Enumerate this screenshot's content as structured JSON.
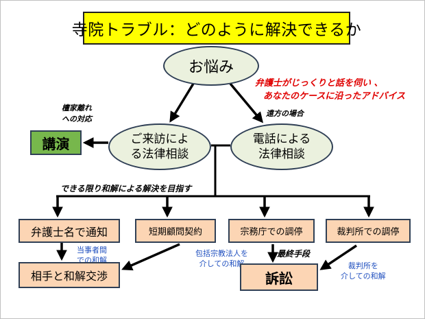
{
  "title": "寺院トラブル：どのように解決できるか",
  "nodes": {
    "worry": "お悩み",
    "visit_line1": "ご来訪によ",
    "visit_line2": "る法律相談",
    "phone_line1": "電話による",
    "phone_line2": "法律相談",
    "lecture": "講演",
    "notice": "弁護士名で通知",
    "short_contract": "短期顧問契約",
    "shrine_mediation": "宗務庁での調停",
    "court_mediation": "裁判所での調停",
    "settlement": "相手と和解交渉",
    "lawsuit": "訴訟"
  },
  "labels": {
    "advice_line1": "弁護士がじっくりと話を伺い 、",
    "advice_line2": "あなたのケースに沿ったアドバイス",
    "dispatch_line1": "檀家離れ",
    "dispatch_line2": "への対応",
    "remote": "遠方の場合",
    "aim": "できる限り和解による解決を目指す",
    "parties_line1": "当事者間",
    "parties_line2": "での和解",
    "religious_line1": "包括宗教法人を",
    "religious_line2": "介しての和解",
    "last_resort": "最終手段",
    "court_line1": "裁判所を",
    "court_line2": "介しての和解"
  },
  "colors": {
    "title_bg": "#ffff00",
    "ellipse_fill": "#ebf1de",
    "lecture_fill": "#77b74c",
    "option_fill": "#fcd5b4",
    "advice_text": "#e00000",
    "caption_text": "#1f4fbf",
    "line": "#000000"
  }
}
